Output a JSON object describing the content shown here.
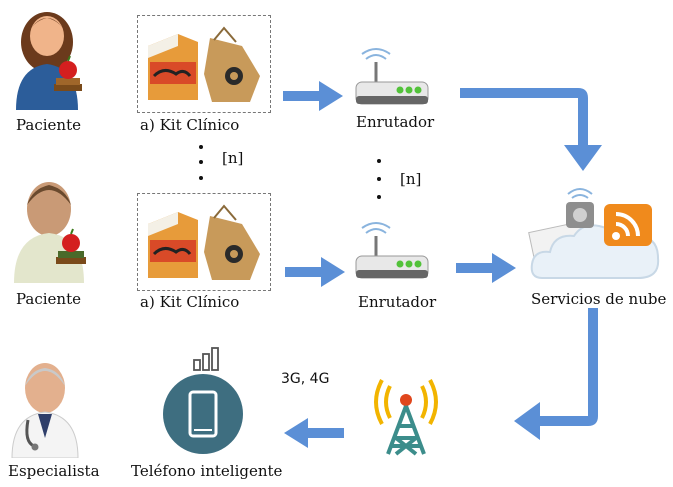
{
  "row1": {
    "patient_label": "Paciente",
    "kit_label": "a) Kit Clínico",
    "router_label": "Enrutador"
  },
  "row2": {
    "patient_label": "Paciente",
    "kit_label": "a) Kit Clínico",
    "router_label": "Enrutador"
  },
  "repeat_marker_kit": "[n]",
  "repeat_marker_router": "[n]",
  "cloud_label": "Servicios de nube",
  "network_label": "3G, 4G",
  "specialist_label": "Especialista",
  "phone_label": "Teléfono inteligente",
  "colors": {
    "arrow": "#5b8fd6",
    "router_led": "#52c23a",
    "phone_circle": "#3e6e80",
    "tower": "#3c8d8b",
    "signal": "#f2b400"
  }
}
